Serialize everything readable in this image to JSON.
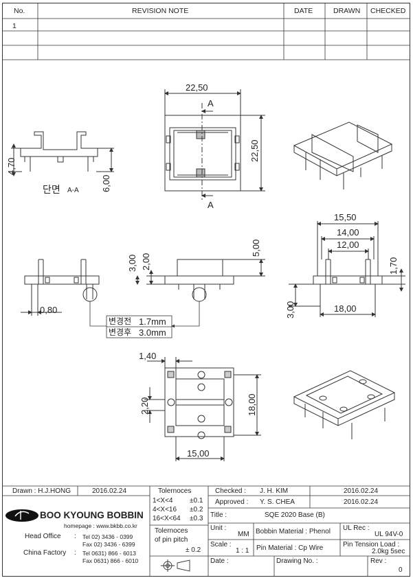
{
  "revision": {
    "headers": {
      "no": "No.",
      "note": "REVISION  NOTE",
      "date": "DATE",
      "drawn": "DRAWN",
      "checked": "CHECKED"
    },
    "rows": [
      {
        "no": "1"
      }
    ]
  },
  "drawing": {
    "section_mark": "A",
    "section_title_kor": "단면",
    "section_title": "A-A",
    "change_before_label": "변경전",
    "change_before_value": "1.7mm",
    "change_after_label": "변경후",
    "change_after_value": "3.0mm",
    "dims": {
      "top_width": "22,50",
      "top_height": "22,50",
      "sec_470": "4,70",
      "sec_600": "6,00",
      "front_300": "3,00",
      "front_200": "2,00",
      "front_500": "5,00",
      "front_080": "0,80",
      "side_1550": "15,50",
      "side_1400": "14,00",
      "side_1200": "12,00",
      "side_170": "1,70",
      "side_300": "3,00",
      "side_1800": "18,00",
      "bot_140": "1,40",
      "bot_220": "2,20",
      "bot_1800": "18,00",
      "bot_1500": "15,00"
    }
  },
  "title_block": {
    "drawn": "Drawn : H.J.HONG",
    "drawn_date": "2016.02.24",
    "tol_title": "Tolernoces",
    "tol1_range": "1<X<4",
    "tol1_val": "±0.1",
    "tol2_range": "4<X<16",
    "tol2_val": "±0.2",
    "tol3_range": "16<X<64",
    "tol3_val": "±0.3",
    "pitch_l1": "Tolernoces",
    "pitch_l2": "of pin pitch",
    "pitch_val": "± 0.2",
    "checked_label": "Checked :",
    "checked_name": "J. H. KIM",
    "checked_date": "2016.02.24",
    "approved_label": "Approved :",
    "approved_name": "Y. S. CHEA",
    "approved_date": "2016.02.24",
    "title_label": "Title :",
    "title_value": "SQE 2020 Base (B)",
    "unit_label": "Unit :",
    "unit_value": "MM",
    "bobbin_material": "Bobbin Material : Phenol",
    "ul_label": "UL Rec :",
    "ul_value": "UL 94V-0",
    "scale_label": "Scale :",
    "scale_value": "1 : 1",
    "pin_material": "Pin Material : Cp Wire",
    "pin_tension_label": "Pin Tension Load :",
    "pin_tension_value": "2.0kg 5sec",
    "date_label": "Date :",
    "drawing_no_label": "Drawing No.  :",
    "rev_label": "Rev :",
    "rev_value": "0",
    "company": "BOO KYOUNG BOBBIN",
    "homepage": "homepage : www.bkbb.co.kr",
    "head_office": "Head Office",
    "head_tel": "Tel  02) 3436 - 0399",
    "head_fax": "Fax  02) 3436 - 6399",
    "factory": "China Factory",
    "factory_tel": "Tel  0631) 866 - 6013",
    "factory_fax": "Fax  0631) 866 - 6010"
  }
}
